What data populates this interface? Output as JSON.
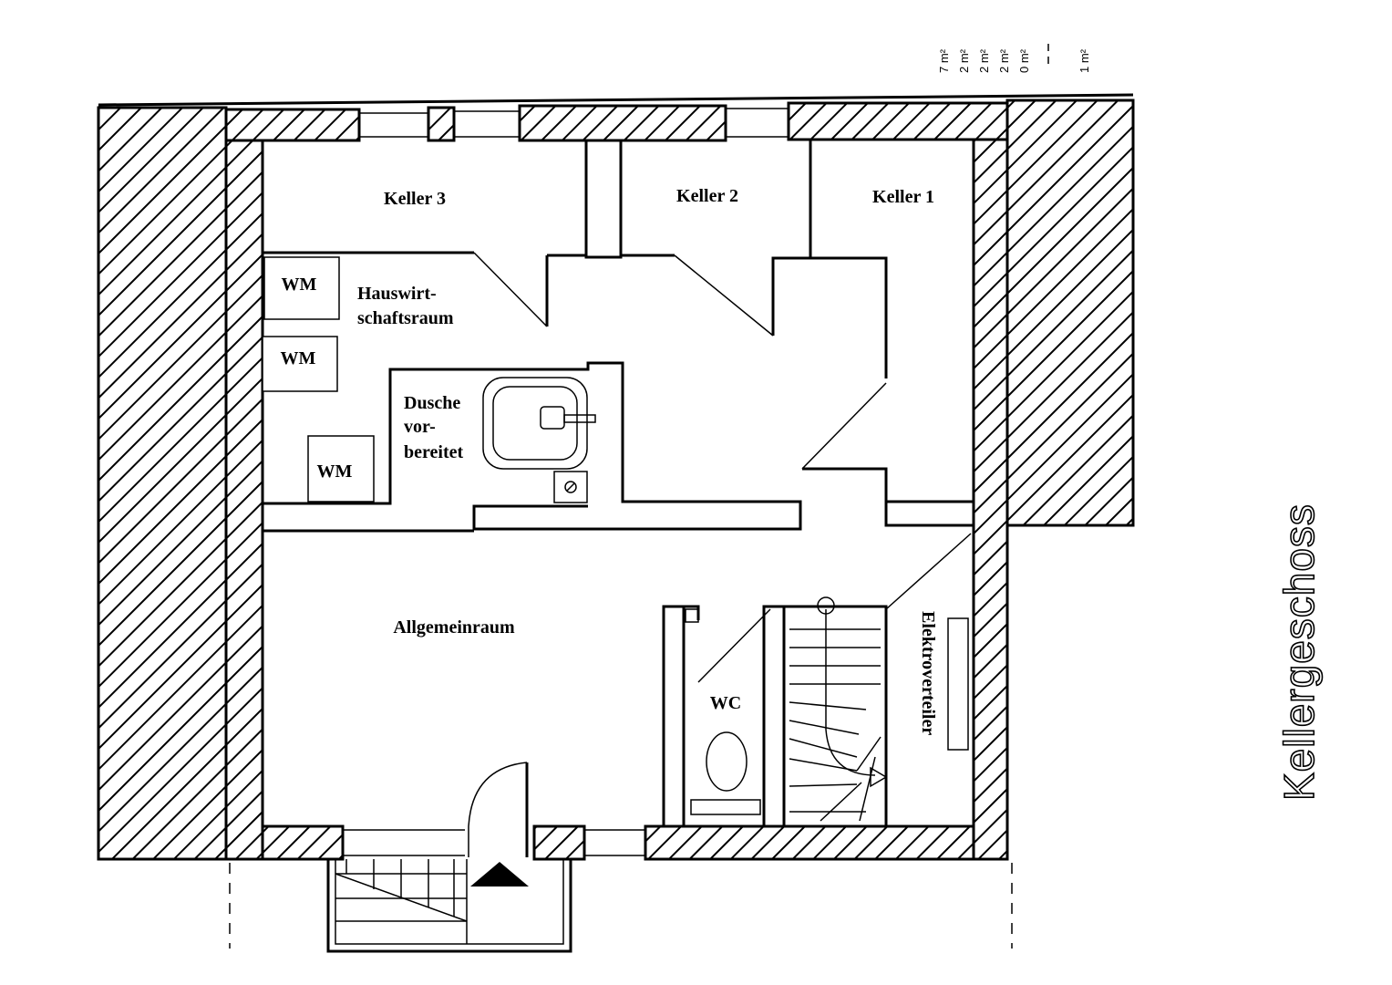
{
  "drawing_title": "Kellergeschoss",
  "rooms": {
    "keller3": "Keller 3",
    "keller2": "Keller 2",
    "keller1": "Keller 1",
    "hauswirtschaft_line1": "Hauswirt-",
    "hauswirtschaft_line2": "schaftsraum",
    "dusche_line1": "Dusche",
    "dusche_line2": "vor-",
    "dusche_line3": "bereitet",
    "allgemeinraum": "Allgemeinraum",
    "wc": "WC",
    "elektroverteiler": "Elektroverteiler"
  },
  "appliances": [
    "WM",
    "WM",
    "WM"
  ],
  "area_scale": [
    "7 m²",
    "2 m²",
    "2 m²",
    "2 m²",
    "0 m²",
    "1 m²"
  ]
}
